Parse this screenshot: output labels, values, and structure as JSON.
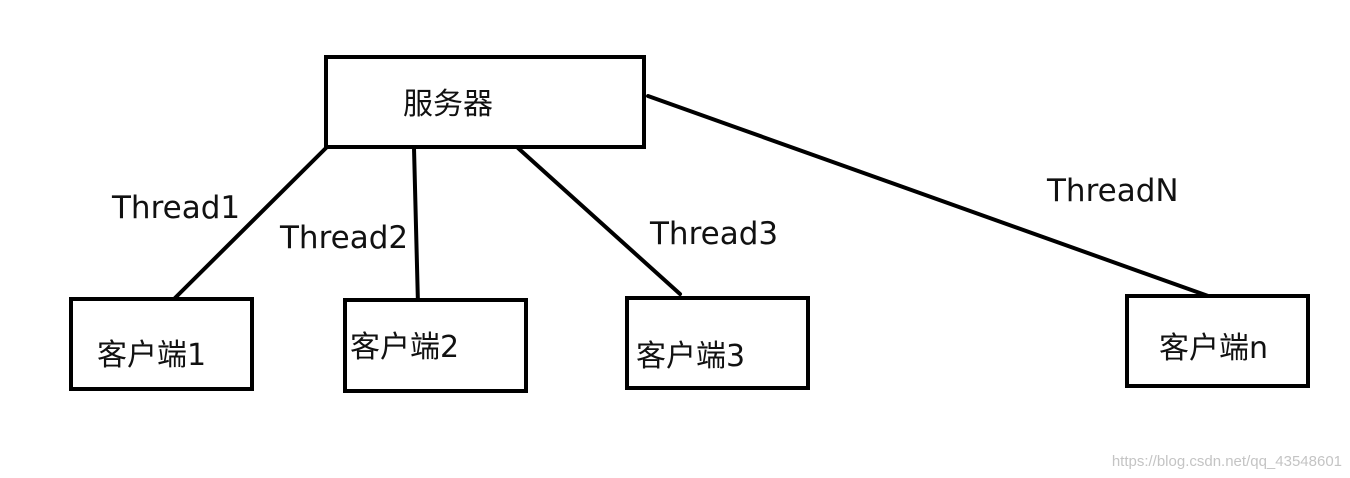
{
  "server": {
    "label": "服务器"
  },
  "clients": [
    {
      "label": "客户端1"
    },
    {
      "label": "客户端2"
    },
    {
      "label": "客户端3"
    },
    {
      "label": "客户端n"
    }
  ],
  "threads": [
    {
      "label": "Thread1"
    },
    {
      "label": "Thread2"
    },
    {
      "label": "Thread3"
    },
    {
      "label": "ThreadN"
    }
  ],
  "watermark": "https://blog.csdn.net/qq_43548601"
}
